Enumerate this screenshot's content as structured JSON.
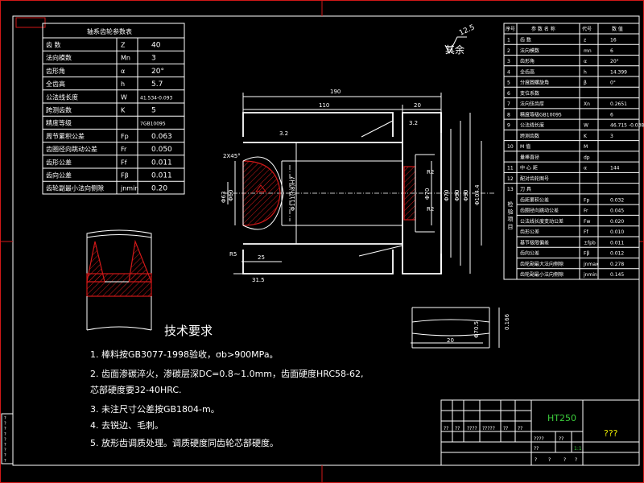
{
  "left_table": {
    "title": "轴系齿轮参数表",
    "rows": [
      {
        "label": "齿    数",
        "sym": "Z",
        "val": "40"
      },
      {
        "label": "法向模数",
        "sym": "Mn",
        "val": "3"
      },
      {
        "label": "齿形角",
        "sym": "α",
        "val": "20°"
      },
      {
        "label": "全齿高",
        "sym": "h",
        "val": "5.7"
      },
      {
        "label": "公法线长度",
        "sym": "W",
        "val": "41.534-0.093"
      },
      {
        "label": "跨测齿数",
        "sym": "K",
        "val": "5"
      },
      {
        "label": "精度等级",
        "sym": "",
        "val": "7GB10095"
      },
      {
        "label": "周节累积公差",
        "sym": "Fp",
        "val": "0.063"
      },
      {
        "label": "齿圈径向跳动公差",
        "sym": "Fr",
        "val": "0.050"
      },
      {
        "label": "齿形公差",
        "sym": "Ff",
        "val": "0.011"
      },
      {
        "label": "齿向公差",
        "sym": "Fβ",
        "val": "0.011"
      },
      {
        "label": "齿轮副最小法向侧隙",
        "sym": "jnmin",
        "val": "0.20"
      }
    ]
  },
  "right_table": {
    "headers": [
      "序号",
      "参  数  名  称",
      "代号",
      "数  值"
    ],
    "rows": [
      {
        "n": "1",
        "name": "齿  数",
        "sym": "z",
        "val": "16"
      },
      {
        "n": "2",
        "name": "法向模数",
        "sym": "mn",
        "val": "6"
      },
      {
        "n": "3",
        "name": "齿形角",
        "sym": "α",
        "val": "20°"
      },
      {
        "n": "4",
        "name": "全齿高",
        "sym": "h",
        "val": "14.399"
      },
      {
        "n": "5",
        "name": "分度圆螺旋角",
        "sym": "β",
        "val": "0°"
      },
      {
        "n": "6",
        "name": "变位系数",
        "sym": "",
        "val": ""
      },
      {
        "n": "7",
        "name": "法向弦齿厚",
        "sym": "Xn",
        "val": "0.2651"
      },
      {
        "n": "8",
        "name": "精度等级GB10095",
        "sym": "",
        "val": "6"
      },
      {
        "n": "9",
        "name": "公法线长度",
        "sym": "W",
        "val": "46.715 -0.038"
      },
      {
        "n": "",
        "name": "跨测齿数",
        "sym": "K",
        "val": "3"
      },
      {
        "n": "10",
        "name": "M  值",
        "sym": "M",
        "val": ""
      },
      {
        "n": "",
        "name": "量棒直径",
        "sym": "dp",
        "val": ""
      },
      {
        "n": "11",
        "name": "中 心 距",
        "sym": "α",
        "val": "144"
      },
      {
        "n": "12",
        "name": "配对齿轮图号",
        "sym": "",
        "val": ""
      },
      {
        "n": "13",
        "name": "刀  具",
        "sym": "",
        "val": ""
      },
      {
        "n": "",
        "name": "齿距累积公差",
        "sym": "Fp",
        "val": "0.032"
      },
      {
        "n": "",
        "name": "齿圈径向跳动公差",
        "sym": "Fr",
        "val": "0.045"
      },
      {
        "n": "",
        "name": "公法线长度变动公差",
        "sym": "Fw",
        "val": "0.020"
      },
      {
        "n": "",
        "name": "齿形公差",
        "sym": "Ff",
        "val": "0.010"
      },
      {
        "n": "",
        "name": "基节极限偏差",
        "sym": "±fpb",
        "val": "0.011"
      },
      {
        "n": "",
        "name": "齿向公差",
        "sym": "Fβ",
        "val": "0.012"
      },
      {
        "n": "",
        "name": "齿轮副最大法向侧隙",
        "sym": "jnmax",
        "val": "0.278"
      },
      {
        "n": "",
        "name": "齿轮副最小法向侧隙",
        "sym": "jnmin",
        "val": "0.145"
      }
    ],
    "group_label": "检 验 项 目"
  },
  "roughness": {
    "label": "其余",
    "value": "12.5"
  },
  "dims": {
    "d190": "190",
    "d110": "110",
    "d20": "20",
    "d32a": "3.2",
    "d32b": "3.2",
    "d25": "25",
    "d315": "31.5",
    "r5": "R5",
    "angle": "2X45°",
    "phi60": "Φ60",
    "phi63": "Φ63",
    "phi90": "Φ90",
    "phi70a": "Φ70",
    "phi70b": "Φ70",
    "phi90b": "Φ90",
    "phi104": "Φ104.4",
    "r2": "R2",
    "r2b": "R2",
    "phi111": "Φ111(h8)H7",
    "d20b": "20",
    "d166": "0.166",
    "phi70c": "Φ70.5"
  },
  "tech": {
    "heading": "技术要求",
    "items": [
      "1. 棒料按GB3077-1998验收，σb>900MPa。",
      "2. 齿面渗碳淬火，渗碳层深DC=0.8~1.0mm，齿面硬度HRC58-62,",
      "    芯部硬度要32-40HRC.",
      "3. 未注尺寸公差按GB1804-m。",
      "4. 去锐边、毛刺。",
      "5. 放形齿调质处理。调质硬度同齿轮芯部硬度。"
    ]
  },
  "title_block": {
    "material": "HT250",
    "name": "???",
    "r1": [
      "??",
      "??",
      "????",
      "?????",
      "??",
      "??"
    ],
    "r2a": "????",
    "r2b": "??",
    "r2c": "??",
    "scale": "1:1",
    "r3": [
      "?",
      "?",
      "?",
      "?"
    ]
  },
  "side_marks": [
    "?",
    "?",
    "?",
    "?",
    "?",
    "?",
    "?",
    "?",
    "?"
  ],
  "colors": {
    "bg": "#000000",
    "line": "#ffffff",
    "accent": "#d01818",
    "cyan": "#28c8d8",
    "green": "#3ccf3c"
  }
}
